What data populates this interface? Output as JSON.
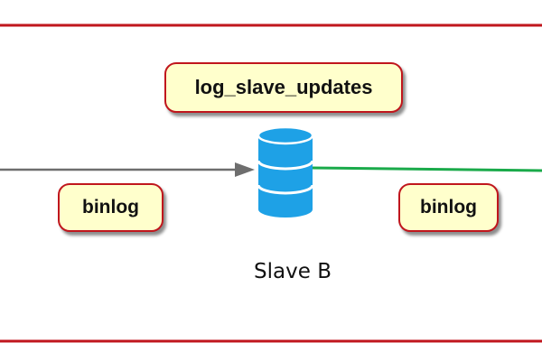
{
  "diagram": {
    "config_label": "log_slave_updates",
    "left_flow_label": "binlog",
    "right_flow_label": "binlog",
    "node_label": "Slave B",
    "node_icon": "database-icon"
  },
  "colors": {
    "frame_border": "#c0161d",
    "callout_fill": "#ffffcc",
    "callout_border": "#c0161d",
    "database_fill": "#1ea1e6",
    "incoming_arrow": "#6e6e6e",
    "outgoing_line": "#1aaa4a"
  }
}
